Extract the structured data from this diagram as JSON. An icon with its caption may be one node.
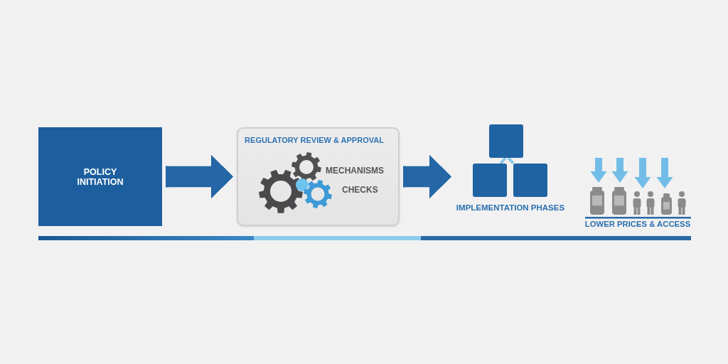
{
  "diagram": {
    "nodes": [
      {
        "text": [
          "POLICY INITIATION"
        ]
      },
      {
        "text": [
          "REGULATORY REVIEW & APPROVAL",
          "MECHANISMS",
          "CHECKS"
        ]
      },
      {
        "text": [
          "IMPLEMENTATION PHASES"
        ]
      },
      {
        "text": [
          "LOWER PRICES & ACCESS"
        ]
      }
    ],
    "edges": [
      {
        "from": 0,
        "to": 1,
        "arrow": "to"
      },
      {
        "from": 1,
        "to": 2,
        "arrow": "to"
      }
    ]
  }
}
